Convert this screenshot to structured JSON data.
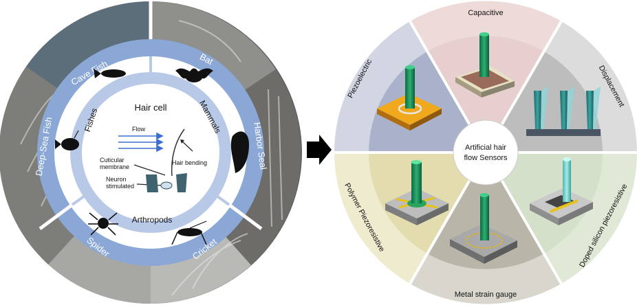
{
  "left": {
    "center_title": "Hair cell",
    "flow_label": "Flow",
    "hair_bending": "Hair bending",
    "cuticular": "Cuticular",
    "membrane": "membrane",
    "neuron": "Neuron",
    "stimulated": "stimulated",
    "groups": {
      "fishes": "Fishes",
      "mammals": "Mammals",
      "arthropods": "Arthropods"
    },
    "animals": {
      "cave_fish": "Cave Fish",
      "bat": "Bat",
      "harbor_seal": "Harbor Seal",
      "cricket": "Cricket",
      "spider": "Spider",
      "deep_sea_fish": "Deep-Sea Fish"
    }
  },
  "right": {
    "center_line1": "Artificial hair",
    "center_line2": "flow Sensors",
    "sectors": {
      "capacitive": "Capacitive",
      "displacement": "Displacement",
      "doped_silicon": "Doped silicon piezoresistive",
      "metal_strain": "Metal strain gauge",
      "polymer": "Polymer Piezoresistive",
      "piezoelectric": "Piezoelectric"
    },
    "colors": {
      "capacitive": "#e7cfcf",
      "displacement": "#cfcfcf",
      "doped_silicon": "#d4e0c9",
      "metal_strain": "#cbc8bd",
      "polymer": "#e6e1bd",
      "piezoelectric": "#c3c8d8"
    }
  }
}
